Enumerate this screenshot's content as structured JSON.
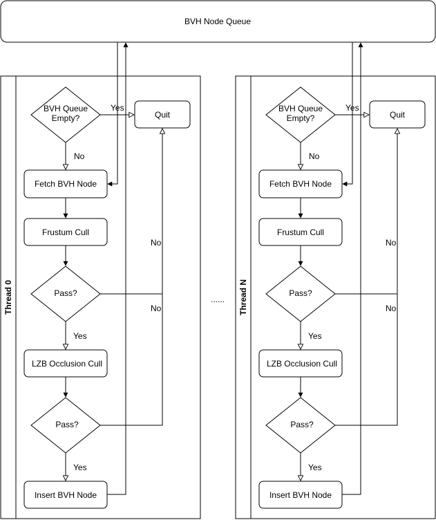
{
  "queue": {
    "label": "BVH Node Queue"
  },
  "separator": "......",
  "lanes": [
    {
      "title": "Thread 0",
      "nodes": {
        "queue_empty": [
          "BVH Queue",
          "Empty?"
        ],
        "quit": "Quit",
        "fetch": "Fetch BVH Node",
        "frustum": "Frustum Cull",
        "pass1": "Pass?",
        "lzb": "LZB Occlusion Cull",
        "pass2": "Pass?",
        "insert": "Insert BVH Node"
      },
      "edge_labels": {
        "yes_quit": "Yes",
        "no_fetch": "No",
        "no_upper": "No",
        "no_lower": "No",
        "yes_pass1": "Yes",
        "yes_pass2": "Yes"
      }
    },
    {
      "title": "Thread N",
      "nodes": {
        "queue_empty": [
          "BVH Queue",
          "Empty?"
        ],
        "quit": "Quit",
        "fetch": "Fetch BVH Node",
        "frustum": "Frustum Cull",
        "pass1": "Pass?",
        "lzb": "LZB Occlusion Cull",
        "pass2": "Pass?",
        "insert": "Insert BVH Node"
      },
      "edge_labels": {
        "yes_quit": "Yes",
        "no_fetch": "No",
        "no_upper": "No",
        "no_lower": "No",
        "yes_pass1": "Yes",
        "yes_pass2": "Yes"
      }
    }
  ]
}
